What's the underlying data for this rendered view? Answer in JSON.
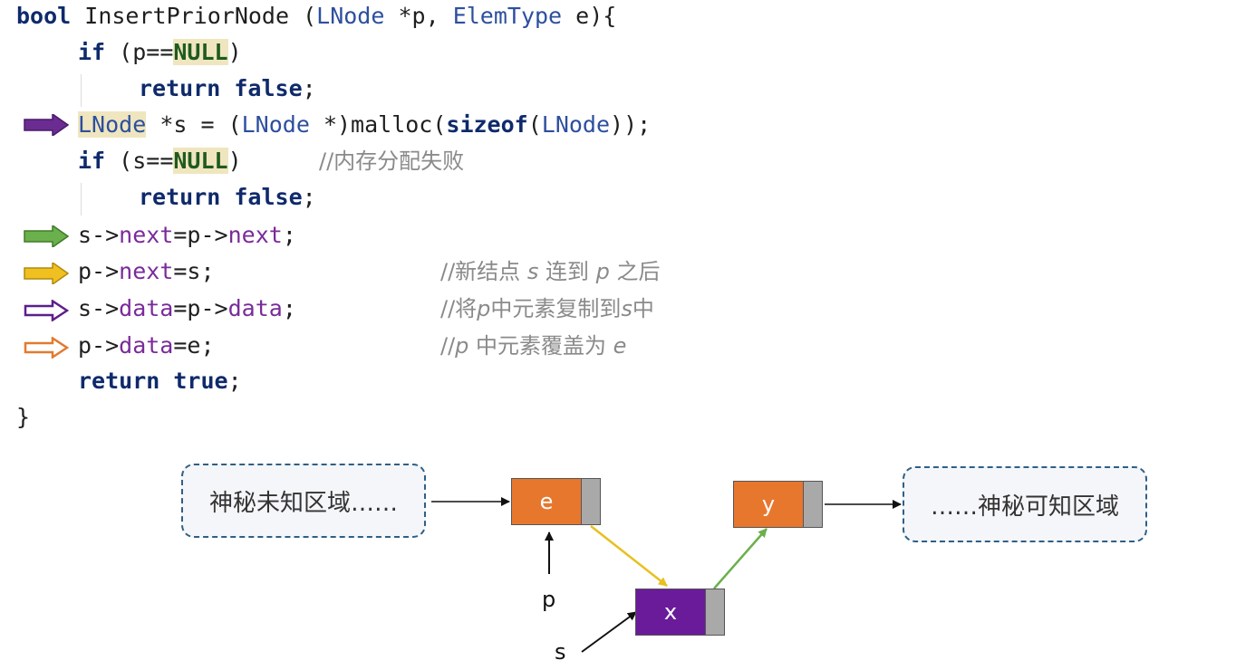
{
  "code": {
    "sig_kw": "bool",
    "sig_name": " InsertPriorNode (",
    "sig_type1": "LNode",
    "sig_p": " *p, ",
    "sig_type2": "ElemType",
    "sig_e": " e){",
    "if_kw": "if",
    "if1_open": " (p==",
    "null_kw": "NULL",
    "if_close": ")",
    "return_kw": "return",
    "false_kw": "false",
    "semicolon": ";",
    "m_type": "LNode",
    "m_s": " *s = (",
    "m_type2": "LNode",
    "m_cast": " *)malloc(",
    "sizeof_kw": "sizeof",
    "m_paren": "(",
    "m_type3": "LNode",
    "m_end": "));",
    "if2_open": " (s==",
    "cmt1": "//内存分配失败",
    "l6_a": "s->",
    "l6_f1": "next",
    "l6_b": "=p->",
    "l6_f2": "next",
    "l6_c": ";",
    "l7_a": "p->",
    "l7_f": "next",
    "l7_b": "=s;",
    "cmt2_a": "//新结点 ",
    "cmt2_s": "s",
    "cmt2_b": " 连到 ",
    "cmt2_p": "p",
    "cmt2_c": " 之后",
    "l8_a": "s->",
    "l8_f1": "data",
    "l8_b": "=p->",
    "l8_f2": "data",
    "l8_c": ";",
    "cmt3_a": "//将",
    "cmt3_p": "p",
    "cmt3_b": "中元素复制到",
    "cmt3_s": "s",
    "cmt3_c": "中",
    "l9_a": "p->",
    "l9_f": "data",
    "l9_b": "=e;",
    "cmt4_a": "//",
    "cmt4_p": "p",
    "cmt4_b": " 中元素覆盖为 ",
    "cmt4_e": "e",
    "true_kw": "true",
    "close_brace": "}"
  },
  "colors": {
    "arrow_malloc": "#6a2c91",
    "arrow_next1": "#6ab04c",
    "arrow_next2": "#f0c020",
    "arrow_data1": "#5b1f8a",
    "arrow_data2": "#e27a2f",
    "node_orange": "#e8772e",
    "node_purple": "#6a1b9a",
    "link_yellow": "#e8c020",
    "link_green": "#6ab04c"
  },
  "diagram": {
    "left_region": "神秘未知区域……",
    "right_region": "……神秘可知区域",
    "node_p_value": "e",
    "node_next_value": "y",
    "node_s_value": "x",
    "label_p": "p",
    "label_s": "s"
  }
}
